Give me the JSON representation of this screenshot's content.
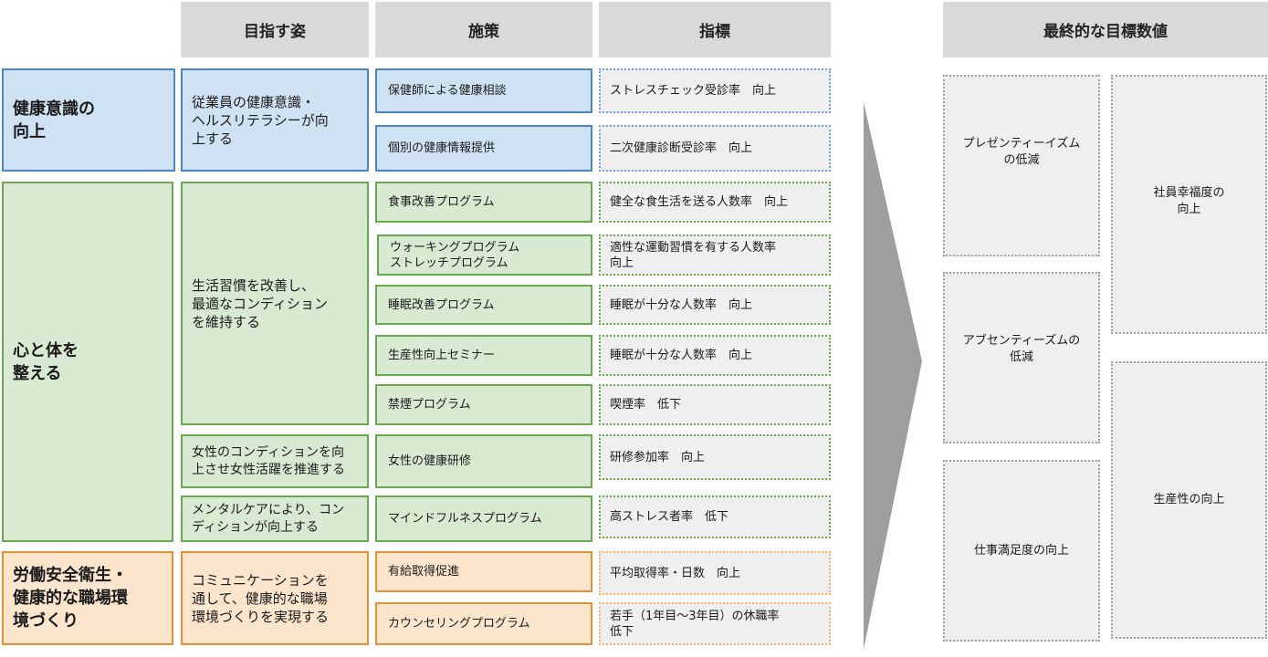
{
  "headers": {
    "vision": "目指す姿",
    "policy": "施策",
    "indicator": "指標",
    "final": "最終的な目標数値"
  },
  "categories": [
    {
      "label": "健康意識の\n向上"
    },
    {
      "label": "心と体を\n整える"
    },
    {
      "label": "労働安全衛生・\n健康的な職場環\n境づくり"
    }
  ],
  "goals": [
    {
      "label": "従業員の健康意識・\nヘルスリテラシーが向\n上する"
    },
    {
      "label": "生活習慣を改善し、\n最適なコンディション\nを維持する"
    },
    {
      "label": "女性のコンディションを向\n上させ女性活躍を推進する"
    },
    {
      "label": "メンタルケアにより、コン\nディションが向上する"
    },
    {
      "label": "コミュニケーションを\n通して、健康的な職場\n環境づくりを実現する"
    }
  ],
  "rows": [
    {
      "policy": "保健師による健康相談",
      "indicator": "ストレスチェック受診率　向上"
    },
    {
      "policy": "個別の健康情報提供",
      "indicator": "二次健康診断受診率　向上"
    },
    {
      "policy": "食事改善プログラム",
      "indicator": "健全な食生活を送る人数率　向上"
    },
    {
      "policy": "ウォーキングプログラム\nストレッチプログラム",
      "indicator": "適性な運動習慣を有する人数率\n向上"
    },
    {
      "policy": "睡眠改善プログラム",
      "indicator": "睡眠が十分な人数率　向上"
    },
    {
      "policy": "生産性向上セミナー",
      "indicator": "睡眠が十分な人数率　向上"
    },
    {
      "policy": "禁煙プログラム",
      "indicator": "喫煙率　低下"
    },
    {
      "policy": "女性の健康研修",
      "indicator": "研修参加率　向上"
    },
    {
      "policy": "マインドフルネスプログラム",
      "indicator": "高ストレス者率　低下"
    },
    {
      "policy": "有給取得促進",
      "indicator": "平均取得率・日数　向上"
    },
    {
      "policy": "カウンセリングプログラム",
      "indicator": "若手（1年目～3年目）の休職率\n低下"
    }
  ],
  "final_targets": [
    {
      "label": "プレゼンティーイズム\nの低減"
    },
    {
      "label": "アブセンティーズムの\n低減"
    },
    {
      "label": "仕事満足度の向上"
    },
    {
      "label": "社員幸福度の\n向上"
    },
    {
      "label": "生産性の向上"
    }
  ],
  "colors": {
    "blue_fill": "#cfe2f3",
    "blue_border": "#4a86c8",
    "green_fill": "#d9ead3",
    "green_border": "#6aa84f",
    "orange_fill": "#fce5cd",
    "orange_border": "#e69138",
    "header_fill": "#d9d9d9",
    "arrow": "#9e9e9e"
  }
}
